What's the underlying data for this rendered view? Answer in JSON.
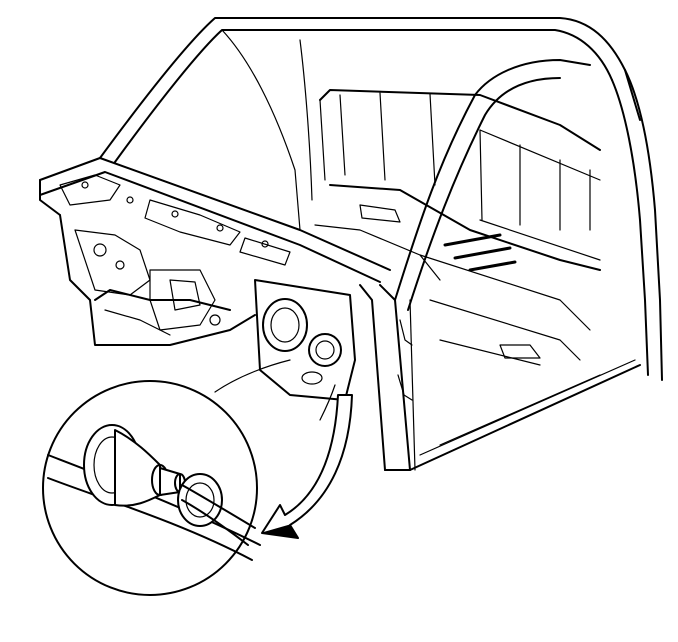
{
  "figure": {
    "type": "technical-line-drawing",
    "subject": "vehicle-body-shell-with-detail-callout",
    "background_color": "#ffffff",
    "line_color": "#000000",
    "callout": {
      "shape": "circle",
      "detail": "grommet-and-cable",
      "pointer": "curved-arrow"
    }
  }
}
